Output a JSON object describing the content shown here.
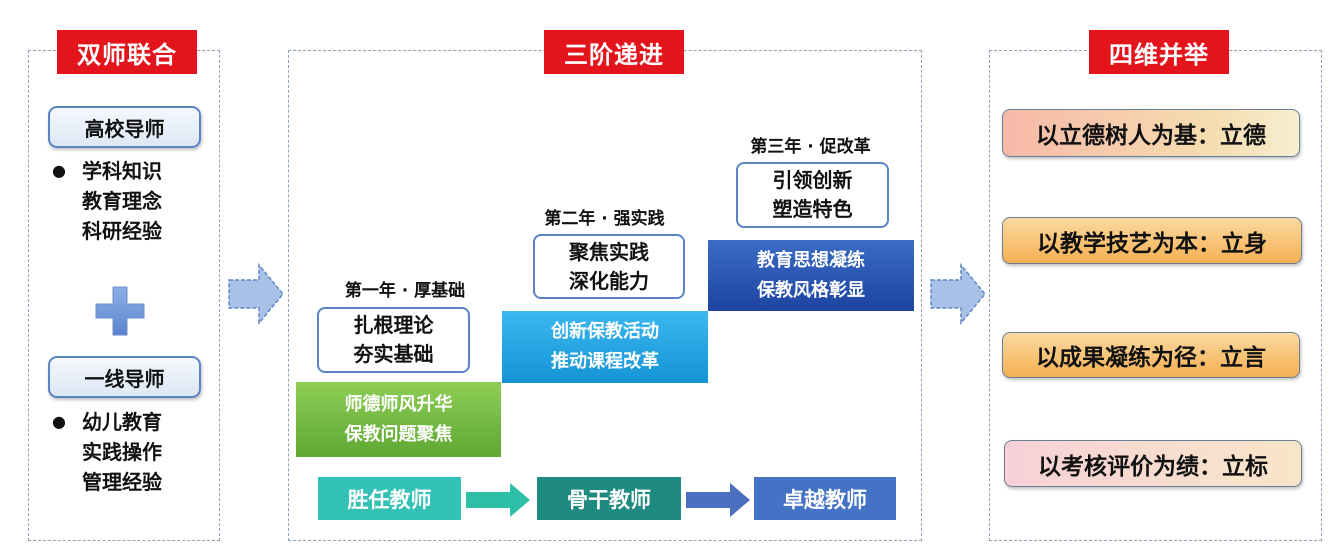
{
  "left": {
    "title": "双师联合",
    "mentor1": {
      "label": "高校导师",
      "items": [
        "学科知识",
        "教育理念",
        "科研经验"
      ]
    },
    "mentor2": {
      "label": "一线导师",
      "items": [
        "幼儿教育",
        "实践操作",
        "管理经验"
      ]
    },
    "bullet": "●"
  },
  "middle": {
    "title": "三阶递进",
    "stages": [
      {
        "label": "第一年 · 厚基础",
        "goal": [
          "扎根理论",
          "夯实基础"
        ],
        "step": [
          "师德师风升华",
          "保教问题聚焦"
        ],
        "color": "#7dc244"
      },
      {
        "label": "第二年 · 强实践",
        "goal": [
          "聚焦实践",
          "深化能力"
        ],
        "step": [
          "创新保教活动",
          "推动课程改革"
        ],
        "color": "#25a7e8"
      },
      {
        "label": "第三年 · 促改革",
        "goal": [
          "引领创新",
          "塑造特色"
        ],
        "step": [
          "教育思想凝练",
          "保教风格彰显"
        ],
        "color": "#2553b0"
      }
    ],
    "roles": [
      {
        "label": "胜任教师",
        "color": "#33c2b5"
      },
      {
        "label": "骨干教师",
        "color": "#1f8a7f"
      },
      {
        "label": "卓越教师",
        "color": "#4472c4"
      }
    ]
  },
  "right": {
    "title": "四维并举",
    "pillars": [
      "以立德树人为基：立德",
      "以教学技艺为本：立身",
      "以成果凝练为径：立言",
      "以考核评价为绩：立标"
    ]
  }
}
